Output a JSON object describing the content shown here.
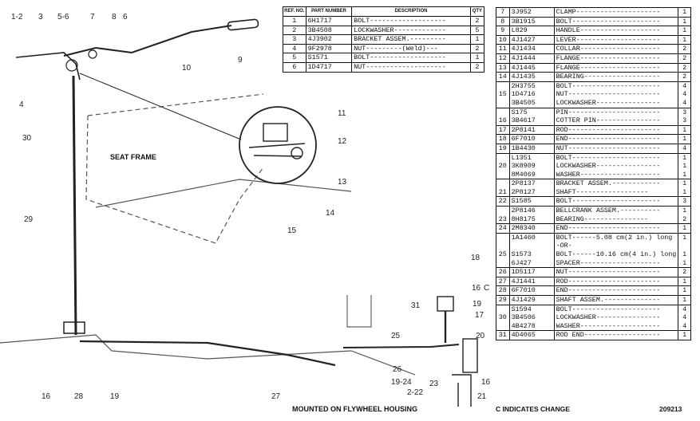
{
  "drawing": {
    "callouts": [
      "1-2",
      "3",
      "5-6",
      "7",
      "8",
      "6",
      "10",
      "9",
      "4",
      "30",
      "11",
      "12",
      "13",
      "14",
      "15",
      "29",
      "18",
      "16",
      "C",
      "19",
      "17",
      "31",
      "20",
      "25",
      "26",
      "19-24",
      "23",
      "2-22",
      "21",
      "16",
      "28",
      "19",
      "27"
    ],
    "seat_frame_label": "SEAT FRAME",
    "mounted_caption": "MOUNTED ON FLYWHEEL HOUSING"
  },
  "table_left": {
    "headers": {
      "ref": "REF. NO.",
      "part": "PART NUMBER",
      "desc": "DESCRIPTION",
      "qty": "QTY"
    },
    "rows": [
      {
        "ref": "1",
        "pn": "6H1717",
        "desc": "BOLT-------------------",
        "qty": "2"
      },
      {
        "ref": "2",
        "pn": "3B4508",
        "desc": "LOCKWASHER-------------",
        "qty": "5"
      },
      {
        "ref": "3",
        "pn": "4J3902",
        "desc": "BRACKET ASSEM.---------",
        "qty": "1"
      },
      {
        "ref": "4",
        "pn": "9F2978",
        "desc": "  NUT---------(Weld)---",
        "qty": "2"
      },
      {
        "ref": "5",
        "pn": "S1571",
        "desc": "BOLT-------------------",
        "qty": "1"
      },
      {
        "ref": "6",
        "pn": "1D4717",
        "desc": "NUT--------------------",
        "qty": "2"
      }
    ]
  },
  "table_right": {
    "rows": [
      {
        "ref": "7",
        "pn": "3J952",
        "desc": "CLAMP---------------------",
        "qty": "1",
        "grp": true
      },
      {
        "ref": "8",
        "pn": "3B1915",
        "desc": "BOLT----------------------",
        "qty": "1",
        "grp": true
      },
      {
        "ref": "9",
        "pn": "L829",
        "desc": "HANDLE--------------------",
        "qty": "1",
        "grp": true
      },
      {
        "ref": "10",
        "pn": "4J1427",
        "desc": "LEVER---------------------",
        "qty": "1",
        "grp": true
      },
      {
        "ref": "11",
        "pn": "4J1434",
        "desc": "COLLAR--------------------",
        "qty": "2",
        "grp": true
      },
      {
        "ref": "12",
        "pn": "4J1444",
        "desc": "FLANGE--------------------",
        "qty": "2",
        "grp": true
      },
      {
        "ref": "13",
        "pn": "4J1445",
        "desc": "FLANGE--------------------",
        "qty": "2",
        "grp": true
      },
      {
        "ref": "14",
        "pn": "4J1435",
        "desc": "BEARING-------------------",
        "qty": "2",
        "grp": true
      },
      {
        "ref": "",
        "pn": "2H3755",
        "desc": "BOLT----------------------",
        "qty": "4",
        "grp": true
      },
      {
        "ref": "15",
        "pn": "1D4716",
        "desc": "NUT-----------------------",
        "qty": "4",
        "grp": false
      },
      {
        "ref": "",
        "pn": "3B4505",
        "desc": "LOCKWASHER----------------",
        "qty": "4",
        "grp": false
      },
      {
        "ref": "",
        "pn": "S175",
        "desc": "PIN-----------------------",
        "qty": "3",
        "grp": true
      },
      {
        "ref": "16",
        "pn": "3B4617",
        "desc": "COTTER PIN----------------",
        "qty": "3",
        "grp": false
      },
      {
        "ref": "17",
        "pn": "2P8141",
        "desc": "ROD-----------------------",
        "qty": "1",
        "grp": true
      },
      {
        "ref": "18",
        "pn": "6F7010",
        "desc": "END-----------------------",
        "qty": "1",
        "grp": true
      },
      {
        "ref": "19",
        "pn": "1B4430",
        "desc": "NUT-----------------------",
        "qty": "4",
        "grp": true
      },
      {
        "ref": "",
        "pn": "L1351",
        "desc": "BOLT----------------------",
        "qty": "1",
        "grp": true
      },
      {
        "ref": "20",
        "pn": "3K8909",
        "desc": "LOCKWASHER----------------",
        "qty": "1",
        "grp": false
      },
      {
        "ref": "",
        "pn": "8M4069",
        "desc": "WASHER--------------------",
        "qty": "1",
        "grp": false
      },
      {
        "ref": "",
        "pn": "2P8137",
        "desc": "BRACKET ASSEM.------------",
        "qty": "1",
        "grp": true
      },
      {
        "ref": "21",
        "pn": "2P8127",
        "desc": "   SHAFT------------------",
        "qty": "1",
        "grp": false
      },
      {
        "ref": "22",
        "pn": "S1585",
        "desc": "BOLT----------------------",
        "qty": "3",
        "grp": true
      },
      {
        "ref": "",
        "pn": "2P8146",
        "desc": "BELLCRANK ASSEM.----------",
        "qty": "1",
        "grp": true
      },
      {
        "ref": "23",
        "pn": "8H8175",
        "desc": "   BEARING----------------",
        "qty": "2",
        "grp": false
      },
      {
        "ref": "24",
        "pn": "2M8340",
        "desc": "END-----------------------",
        "qty": "1",
        "grp": true
      },
      {
        "ref": "",
        "pn": "1A1460",
        "desc": "BOLT------5.08 cm(2 in.) long",
        "qty": "1",
        "grp": true
      },
      {
        "ref": "",
        "pn": "",
        "desc": "            -OR-",
        "qty": "",
        "grp": false
      },
      {
        "ref": "25",
        "pn": "S1573",
        "desc": "BOLT------10.16 cm(4 in.) long",
        "qty": "1",
        "grp": false
      },
      {
        "ref": "",
        "pn": "6J427",
        "desc": "SPACER--------------------",
        "qty": "1",
        "grp": false
      },
      {
        "ref": "26",
        "pn": "1D5117",
        "desc": "NUT-----------------------",
        "qty": "2",
        "grp": true
      },
      {
        "ref": "27",
        "pn": "4J1441",
        "desc": "ROD-----------------------",
        "qty": "1",
        "grp": true
      },
      {
        "ref": "28",
        "pn": "6F7010",
        "desc": "END-----------------------",
        "qty": "1",
        "grp": true
      },
      {
        "ref": "29",
        "pn": "4J1429",
        "desc": "SHAFT ASSEM.--------------",
        "qty": "1",
        "grp": true
      },
      {
        "ref": "",
        "pn": "S1594",
        "desc": "BOLT----------------------",
        "qty": "4",
        "grp": true
      },
      {
        "ref": "30",
        "pn": "3B4506",
        "desc": "LOCKWASHER----------------",
        "qty": "4",
        "grp": false
      },
      {
        "ref": "",
        "pn": "4B4278",
        "desc": "WASHER--------------------",
        "qty": "4",
        "grp": false
      },
      {
        "ref": "31",
        "pn": "4D4065",
        "desc": "ROD END-------------------",
        "qty": "1",
        "grp": true
      }
    ]
  },
  "footer": {
    "change_note": "C INDICATES CHANGE",
    "figure_number": "209213"
  }
}
